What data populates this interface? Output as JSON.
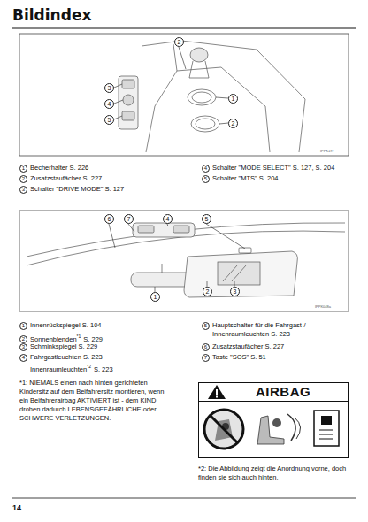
{
  "diagram": {
    "title": "Bildindex",
    "nodes": [
      {
        "text": [
          "AIRBAG"
        ]
      }
    ],
    "labels": [
      "2",
      "3",
      "4",
      "5",
      "1",
      "2",
      "IPPK197",
      "1",
      "Becherhalter S. 226",
      "2",
      "Zusatzstaufächer S. 227",
      "3",
      "Schalter \"DRIVE MODE\" S. 127",
      "4",
      "Schalter \"MODE SELECT\" S. 127, S. 204",
      "5",
      "Schalter \"MTS\" S. 204",
      "6",
      "7",
      "4",
      "5",
      "1",
      "2",
      "3",
      "IPPK048a",
      "1",
      "Innenrückspiegel S. 104",
      "2",
      "Sonnenblenden",
      "*1",
      "S. 229",
      "3",
      "Schminkspiegel S. 229",
      "4",
      "Fahrgastleuchten S. 223",
      "Innenraumleuchten",
      "*2",
      "S. 223",
      "5",
      "Hauptschalter für die Fahrgast-/",
      "Innenraumleuchten S. 223",
      "6",
      "Zusatzstaufächer S. 227",
      "7",
      "Taste \"SOS\" S. 51",
      "*1: NIEMALS einen nach hinten gerichteten Kindersitz auf dem Beifahrersitz montieren, wenn ein Beifahrerairbag AKTIVIERT ist - dem KIND drohen dadurch LEBENSGEFÄHRLICHE oder SCHWERE VERLETZUNGEN.",
      "*2: Die Abbildung zeigt die Anordnung vorne, doch finden sie sich auch hinten.",
      "14"
    ]
  }
}
